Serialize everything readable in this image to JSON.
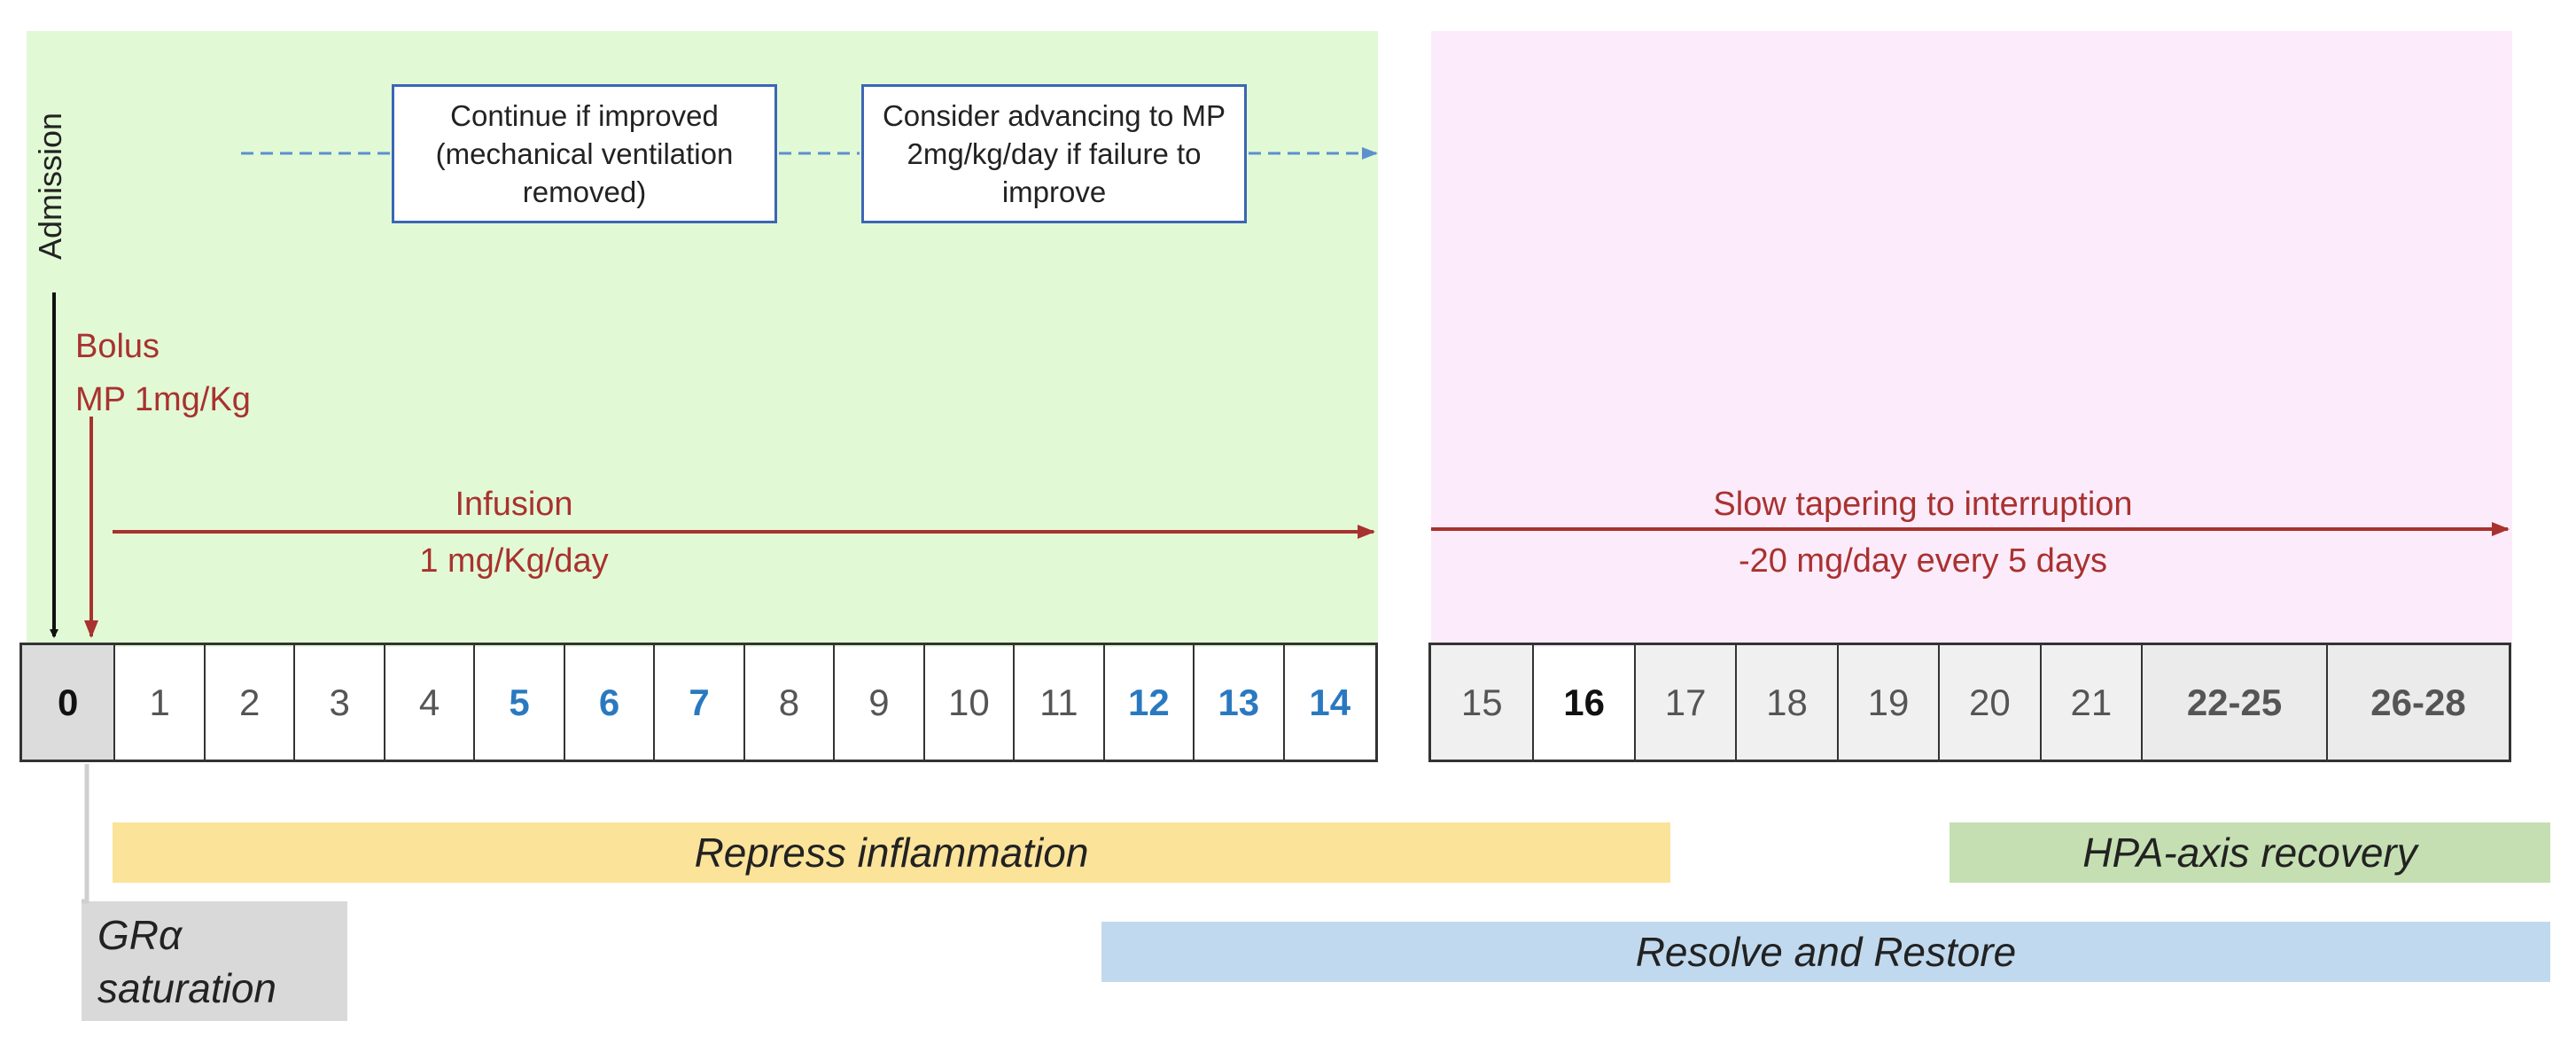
{
  "admission_label": "Admission",
  "bolus": {
    "line1": "Bolus",
    "line2": "MP 1mg/Kg"
  },
  "notes": [
    {
      "text": "Continue if improved (mechanical ventilation removed)"
    },
    {
      "text": "Consider advancing to MP 2mg/kg/day if failure to improve"
    }
  ],
  "infusion": {
    "title": "Infusion",
    "dose": "1 mg/Kg/day"
  },
  "tapering": {
    "title": "Slow tapering to interruption",
    "dose": "-20 mg/day every 5 days"
  },
  "days_left": [
    "0",
    "1",
    "2",
    "3",
    "4",
    "5",
    "6",
    "7",
    "8",
    "9",
    "10",
    "11",
    "12",
    "13",
    "14"
  ],
  "days_right": [
    "15",
    "16",
    "17",
    "18",
    "19",
    "20",
    "21",
    "22-25",
    "26-28"
  ],
  "phases": {
    "repress": "Repress inflammation",
    "hpa": "HPA-axis recovery",
    "resolve": "Resolve and Restore",
    "gr_line1": "GRα",
    "gr_line2": "saturation"
  },
  "colors": {
    "green_panel": "#e2f9d5",
    "pink_panel": "#fcebfb",
    "red": "#a8322f",
    "blue": "#2a79c0",
    "dashed_blue": "#5b8fd0",
    "repress_bar": "#fbe39a",
    "hpa_bar": "#c5dfb2",
    "resolve_bar": "#c1d9ee",
    "gr_box": "#d9d9d9"
  }
}
